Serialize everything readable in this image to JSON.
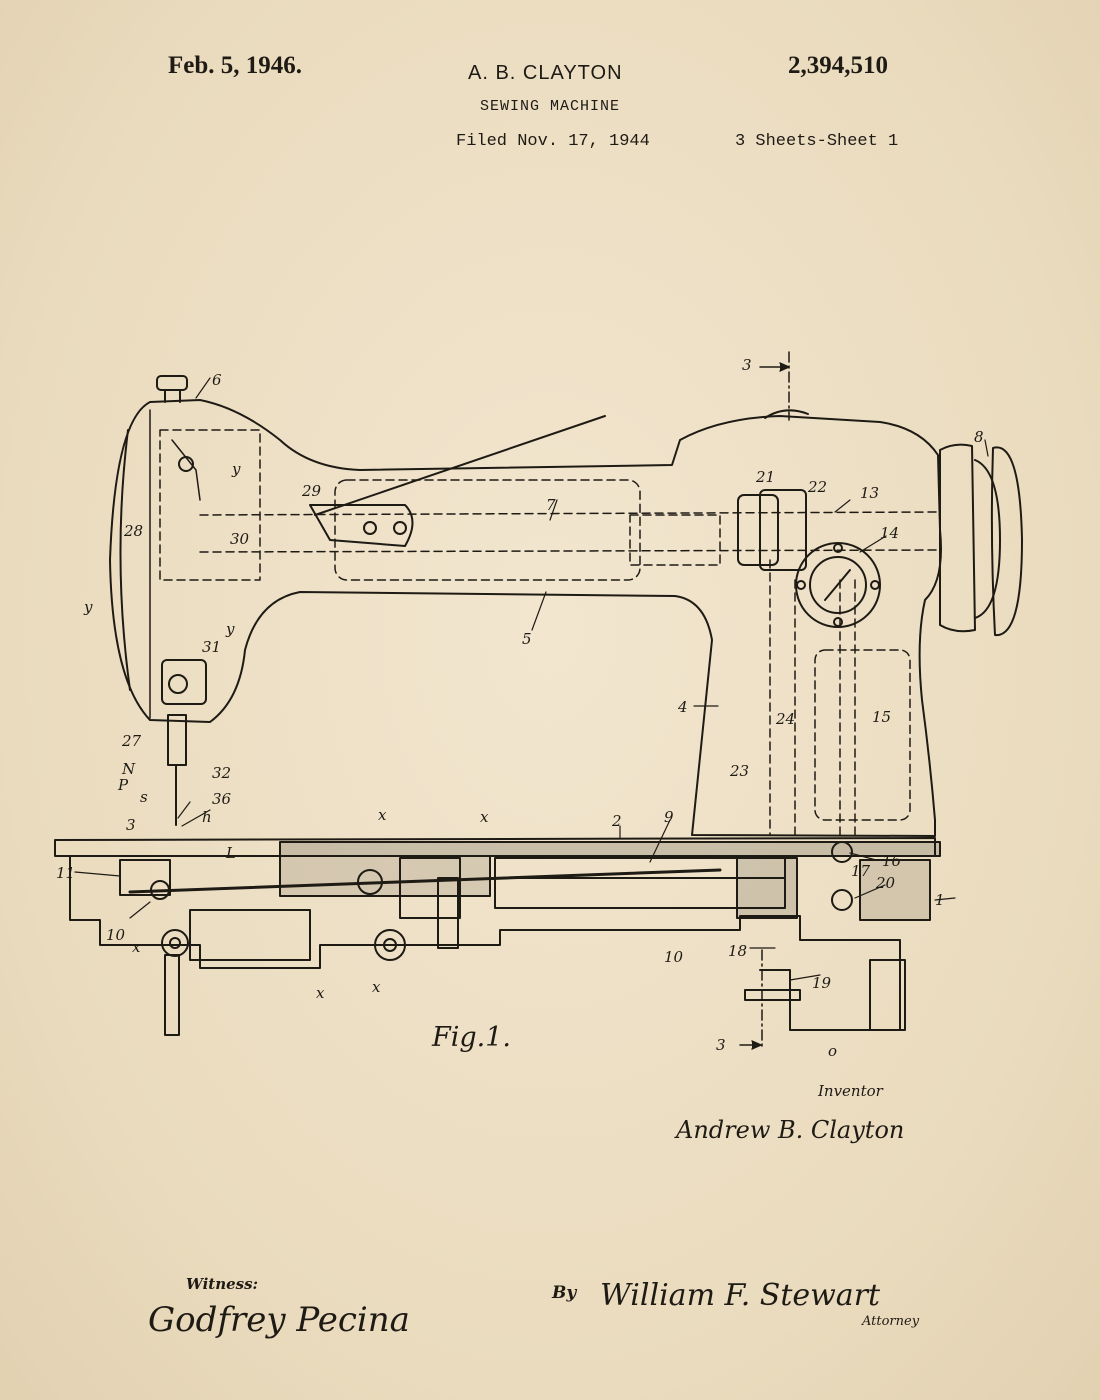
{
  "header": {
    "date": "Feb. 5, 1946.",
    "inventor_name": "A. B. CLAYTON",
    "patent_number": "2,394,510",
    "title": "SEWING MACHINE",
    "filed": "Filed Nov. 17, 1944",
    "sheets": "3 Sheets-Sheet 1"
  },
  "figure": {
    "caption": "Fig.1.",
    "labels": {
      "l1": "1",
      "l2": "2",
      "l3a": "3",
      "l3b": "3",
      "l3c": "3",
      "l4": "4",
      "l5": "5",
      "l6": "6",
      "l7": "7",
      "l8": "8",
      "l9": "9",
      "l10a": "10",
      "l10b": "10",
      "l11": "11",
      "l13": "13",
      "l14": "14",
      "l15": "15",
      "l16": "16",
      "l17": "17",
      "l18": "18",
      "l19": "19",
      "l20": "20",
      "l21": "21",
      "l22": "22",
      "l23": "23",
      "l24": "24",
      "l27": "27",
      "l28": "28",
      "l29": "29",
      "l30": "30",
      "l31": "31",
      "l32": "32",
      "l36": "36",
      "ya": "y",
      "yb": "y",
      "yc": "y",
      "xa": "x",
      "xb": "x",
      "xc": "x",
      "xd": "x",
      "xe": "x",
      "N": "N",
      "P": "P",
      "s": "s",
      "h": "h",
      "L": "L",
      "o": "o"
    }
  },
  "inventor": {
    "caption": "Inventor",
    "signature": "Andrew B. Clayton"
  },
  "witness": {
    "caption": "Witness:",
    "signature": "Godfrey Pecina"
  },
  "attorney": {
    "by_label": "By",
    "signature": "William F. Stewart",
    "caption": "Attorney"
  }
}
